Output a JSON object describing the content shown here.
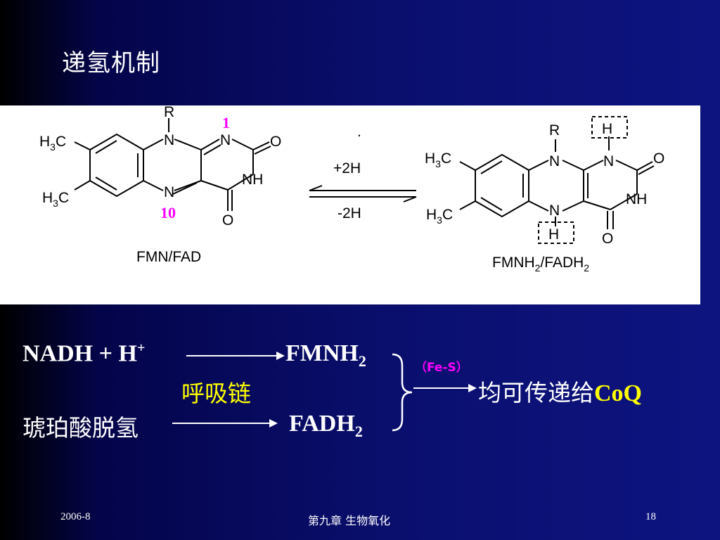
{
  "title": "递氢机制",
  "figure": {
    "left": {
      "R": "R",
      "N": "N",
      "O": "O",
      "NH": "NH",
      "H3C_H": "H",
      "H3C_3": "3",
      "H3C_C": "C",
      "label_1": "1",
      "label_10": "10",
      "name": "FMN/FAD"
    },
    "arrows": {
      "forward": "+2H",
      "reverse": "-2H",
      "dot": "."
    },
    "right": {
      "R": "R",
      "H": "H",
      "name_parts": [
        "FMNH",
        "2",
        "/FADH",
        "2"
      ]
    }
  },
  "equation": {
    "row1_left": "NADH + H",
    "row1_left_sup": "+",
    "row1_right": "FMNH",
    "row1_right_sub": "2",
    "middle_label": "呼吸链",
    "row2_left": "琥珀酸脱氢",
    "row2_right": "FADH",
    "row2_right_sub": "2",
    "fes": "（Fe-S）",
    "result_text": "均可传递给",
    "result_coq": "CoQ"
  },
  "footer": {
    "date": "2006-8",
    "chapter": "第九章  生物氧化",
    "page": "18"
  },
  "colors": {
    "highlight_yellow": "#ffff00",
    "highlight_magenta": "#ff00ff",
    "background": "#0a0f6e"
  }
}
